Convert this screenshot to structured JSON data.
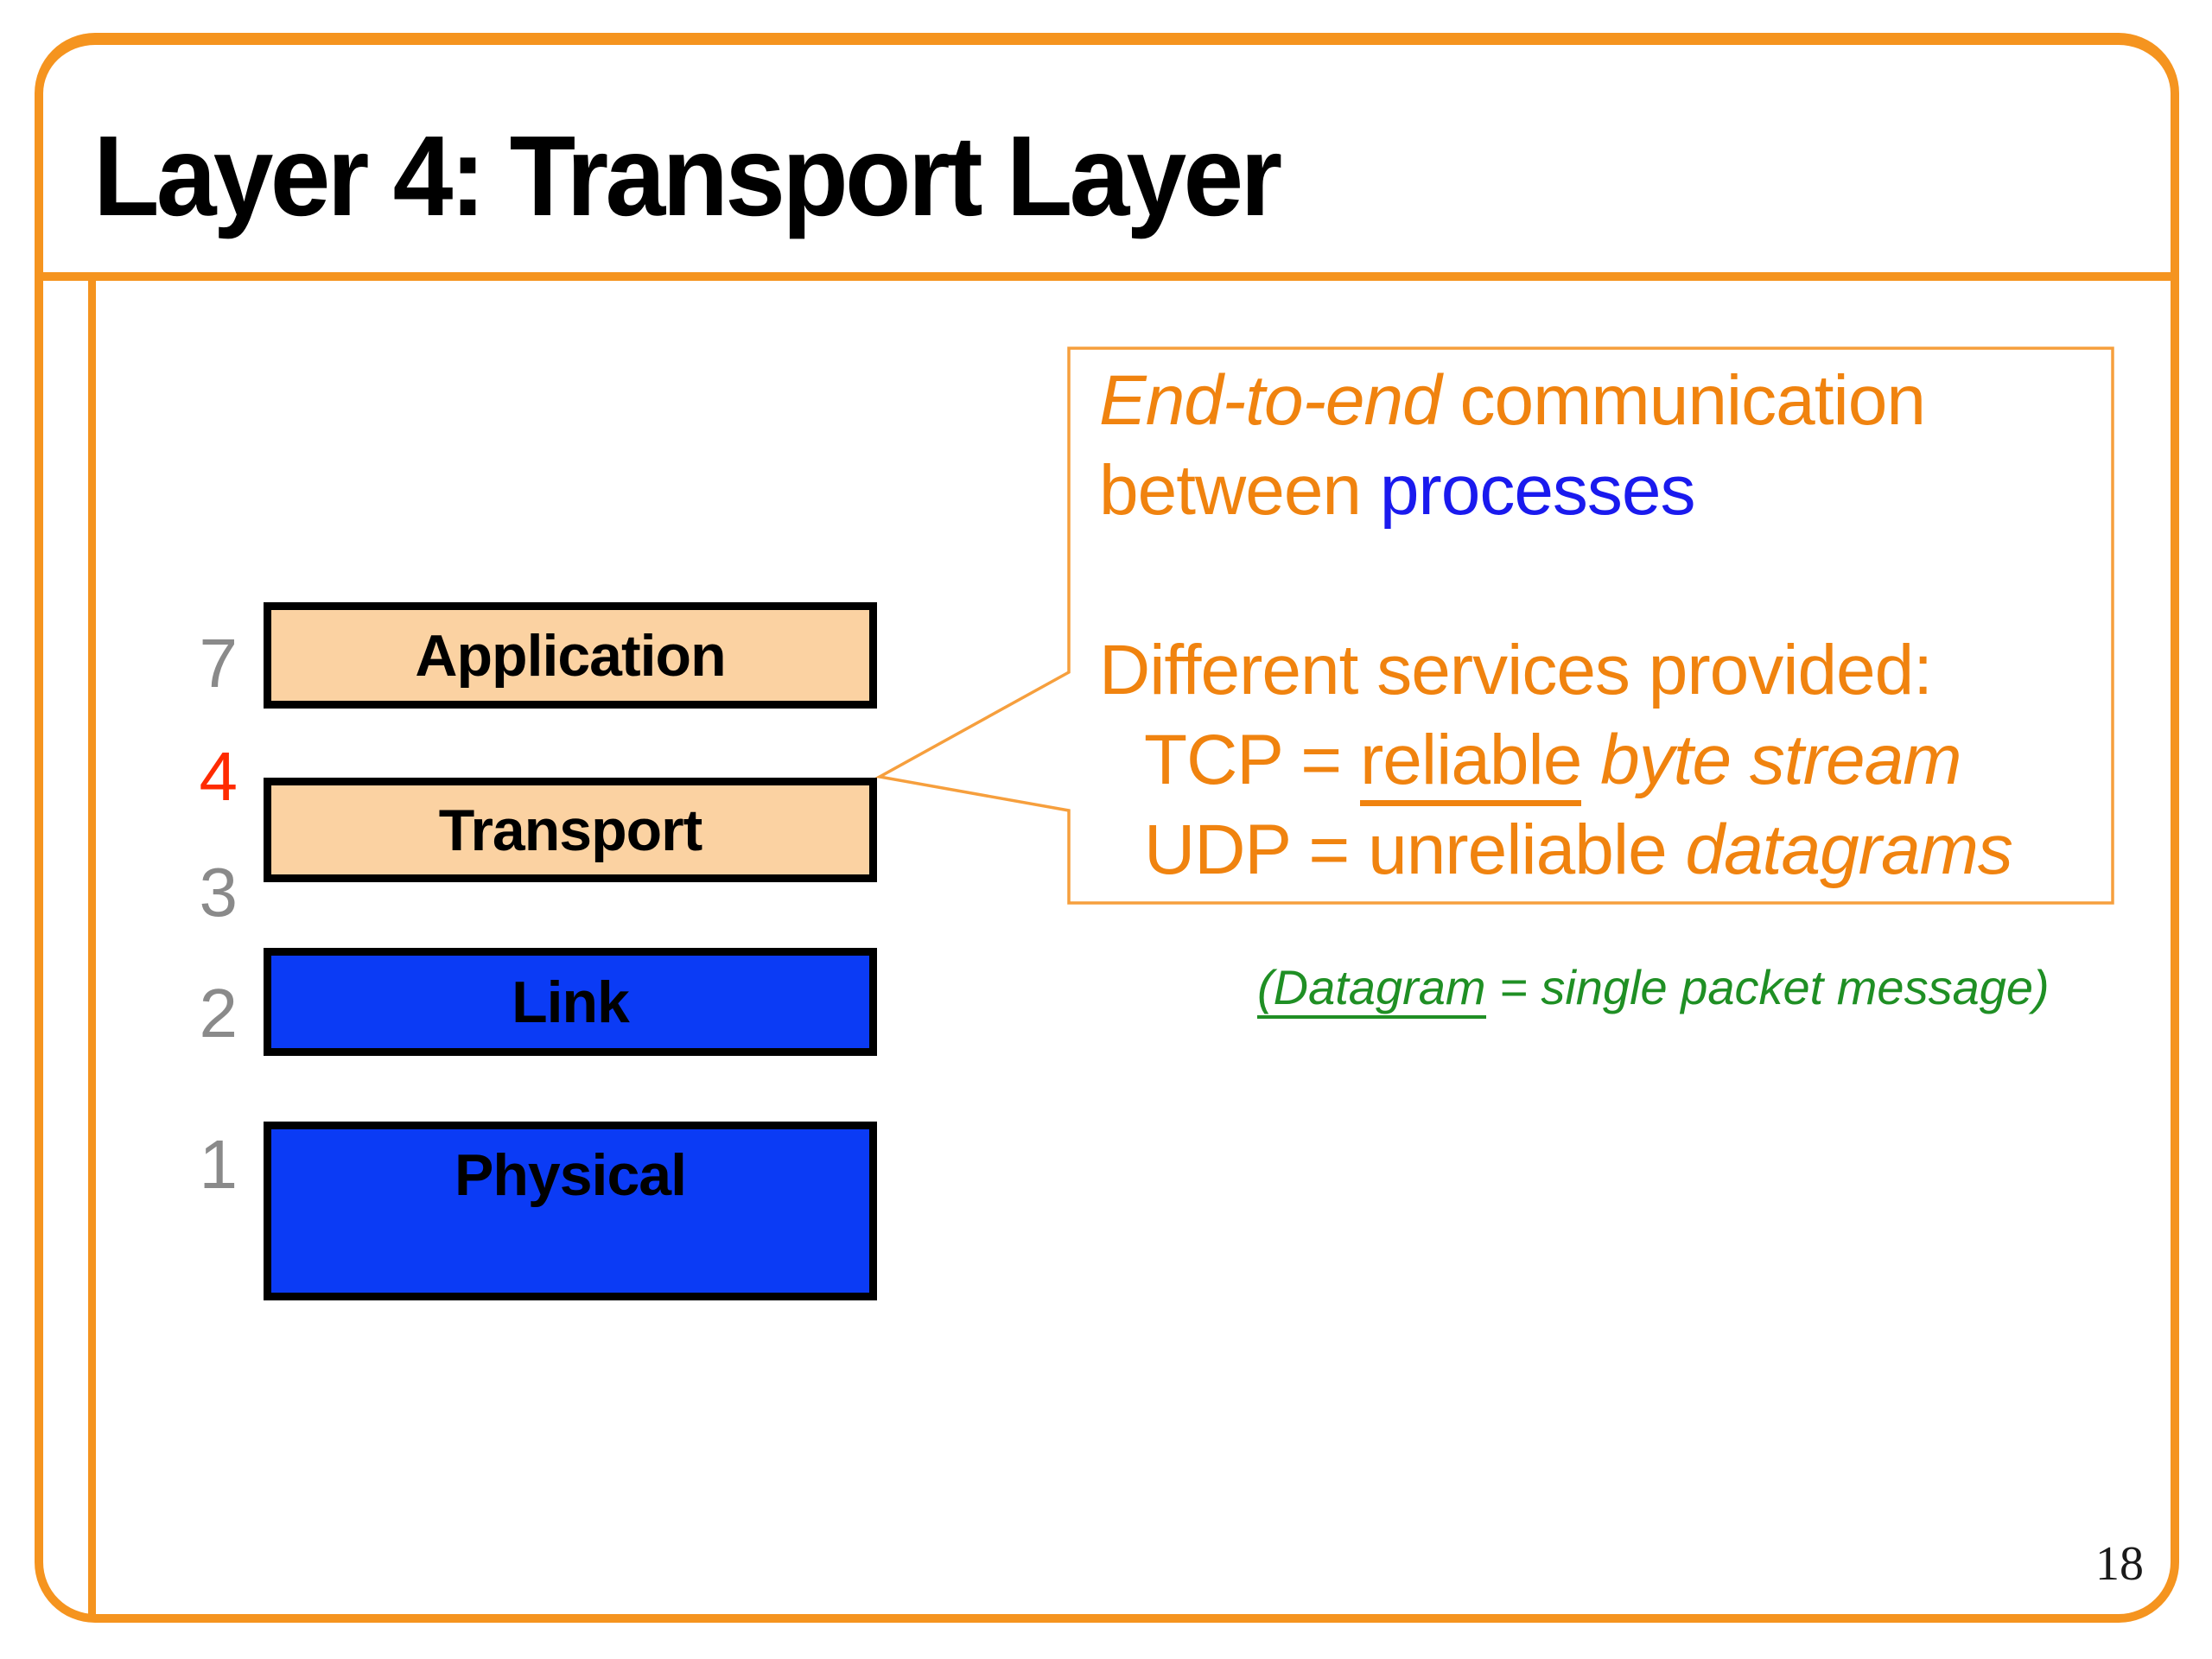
{
  "slide": {
    "title": "Layer 4: Transport Layer",
    "page_number": "18"
  },
  "stack": {
    "numbers": [
      {
        "value": "7",
        "color": "gray"
      },
      {
        "value": "4",
        "color": "red"
      },
      {
        "value": "3",
        "color": "gray"
      },
      {
        "value": "2",
        "color": "gray"
      },
      {
        "value": "1",
        "color": "gray"
      }
    ],
    "boxes": [
      {
        "label": "Application",
        "fill": "#FBD2A2"
      },
      {
        "label": "Transport",
        "fill": "#FBD2A2"
      },
      {
        "label": "Link",
        "fill": "#0B3BF5"
      },
      {
        "label": "Physical",
        "fill": "#0B3BF5"
      }
    ]
  },
  "callout": {
    "line1_italic": "End-to-end",
    "line1_rest": " communication",
    "line2_orange": "between ",
    "line2_blue": "processes",
    "line3": "Different services provided:",
    "line4_pre": "TCP = ",
    "line4_underline": "reliable",
    "line4_italic": " byte stream",
    "line5_pre": "UDP = unreliable ",
    "line5_italic": "datagrams"
  },
  "note": {
    "underlined": "(Datagram",
    "rest": " = single packet message)"
  },
  "colors": {
    "frame_orange": "#F5941F",
    "callout_border": "#F69F3D",
    "callout_text_orange": "#F0830F",
    "processes_blue": "#1A1AEE",
    "note_green": "#1F8F24",
    "layer4_red": "#FF2B00",
    "number_gray": "#8A8A8A",
    "app_transport_fill": "#FBD2A2",
    "link_physical_fill": "#0B3BF5",
    "box_border": "#000000"
  }
}
